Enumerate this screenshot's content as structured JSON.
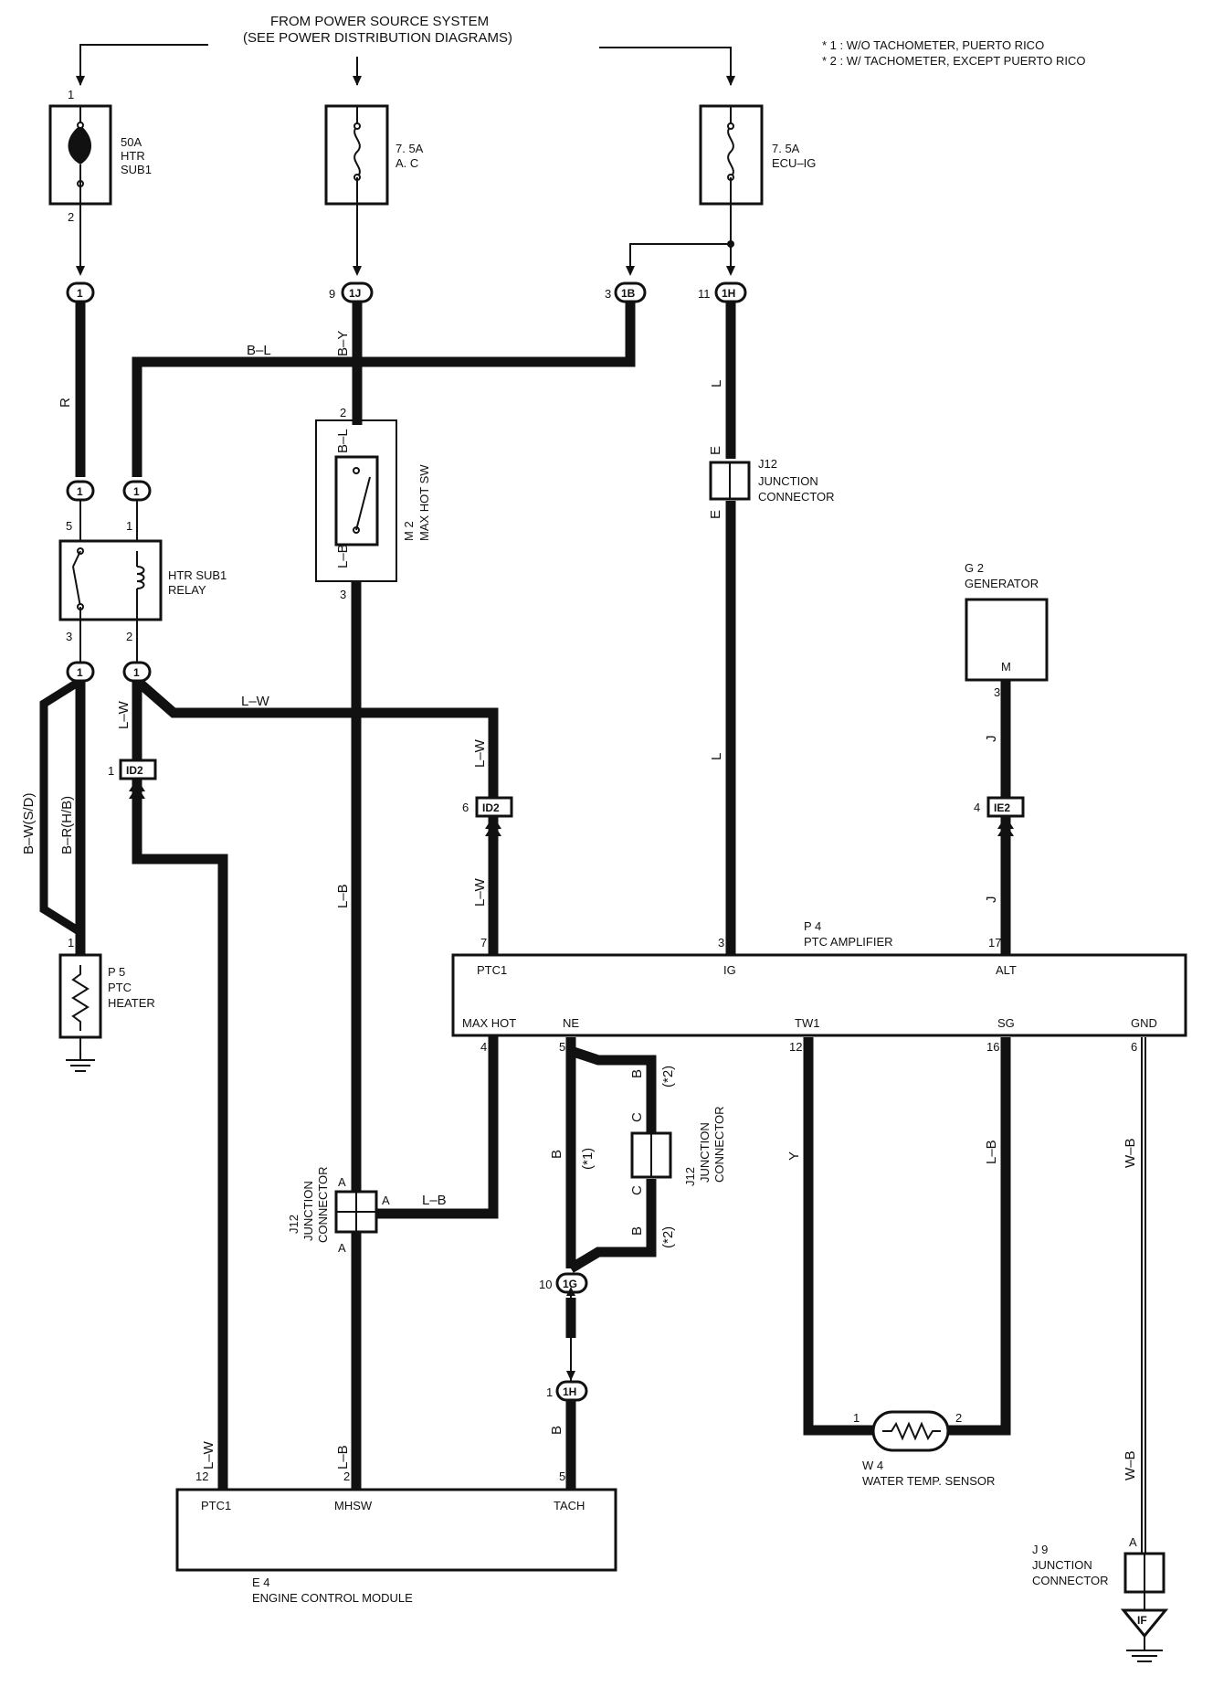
{
  "header": {
    "power_line1": "FROM POWER SOURCE SYSTEM",
    "power_line2": "(SEE POWER DISTRIBUTION DIAGRAMS)",
    "note1": "* 1 : W/O TACHOMETER, PUERTO RICO",
    "note2": "* 2 : W/ TACHOMETER, EXCEPT PUERTO RICO"
  },
  "fuses": {
    "htr": {
      "amp": "50A",
      "name1": "HTR",
      "name2": "SUB1",
      "pin_top": "1",
      "pin_bottom": "2"
    },
    "ac": {
      "amp": "7. 5A",
      "name1": "A. C"
    },
    "ecu": {
      "amp": "7. 5A",
      "name1": "ECU–IG"
    }
  },
  "connectors": {
    "c1": "1",
    "c1j": "1J",
    "c1b": "1B",
    "c1h": "1H",
    "c1g": "1G",
    "id2": "ID2",
    "ie2": "IE2",
    "if": "IF"
  },
  "pins": {
    "p9": "9",
    "p3": "3",
    "p11": "11",
    "p2": "2",
    "p1": "1",
    "p5": "5",
    "p6": "6",
    "p4": "4",
    "p7": "7",
    "p12": "12",
    "p16": "16",
    "p17": "17",
    "p10": "10",
    "pA": "A",
    "pB": "B",
    "pC": "C"
  },
  "wires": {
    "bl": "B–L",
    "by": "B–Y",
    "r": "R",
    "l": "L",
    "lw": "L–W",
    "lb": "L–B",
    "bws": "B–W(S/D)",
    "brhb": "B–R(H/B)",
    "b": "B",
    "y": "Y",
    "wb": "W–B",
    "j": "J",
    "e": "E",
    "one_star": "(*1)",
    "two_star": "(*2)"
  },
  "components": {
    "relay": {
      "name1": "HTR SUB1",
      "name2": "RELAY"
    },
    "maxhot": {
      "id": "M 2",
      "name": "MAX HOT SW"
    },
    "j12": {
      "id": "J12",
      "name1": "JUNCTION",
      "name2": "CONNECTOR"
    },
    "generator": {
      "id": "G 2",
      "name": "GENERATOR",
      "pin": "M"
    },
    "heater": {
      "id": "P 5",
      "name1": "PTC",
      "name2": "HEATER"
    },
    "amp": {
      "id": "P 4",
      "name": "PTC AMPLIFIER",
      "ptc1": "PTC1",
      "ig": "IG",
      "alt": "ALT",
      "maxhot": "MAX HOT",
      "ne": "NE",
      "tw1": "TW1",
      "sg": "SG",
      "gnd": "GND"
    },
    "sensor": {
      "id": "W 4",
      "name": "WATER TEMP.  SENSOR"
    },
    "ecm": {
      "id": "E 4",
      "name": "ENGINE CONTROL MODULE",
      "ptc1": "PTC1",
      "mhsw": "MHSW",
      "tach": "TACH"
    },
    "j9": {
      "id": "J 9",
      "name1": "JUNCTION",
      "name2": "CONNECTOR"
    }
  }
}
